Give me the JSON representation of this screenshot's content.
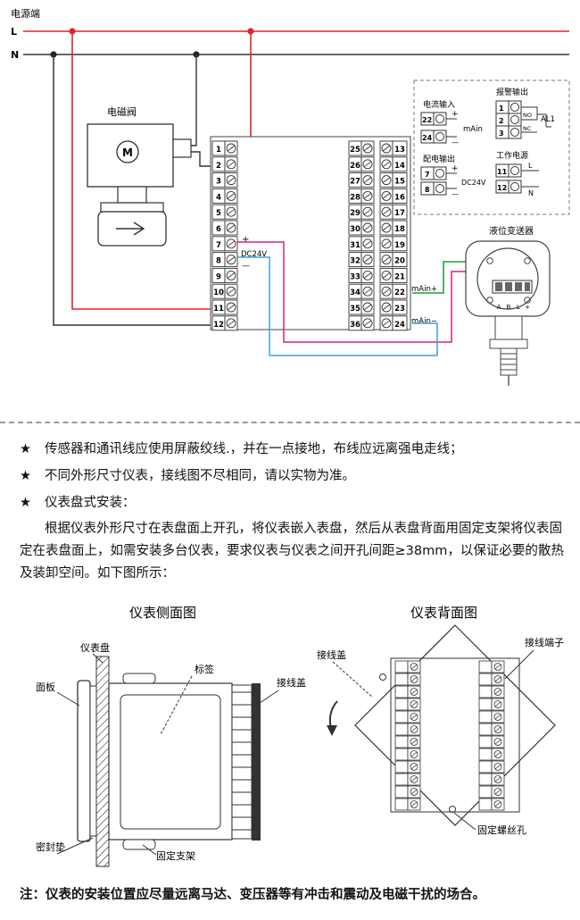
{
  "diagram": {
    "power_label": "电源端",
    "line_L": "L",
    "line_N": "N",
    "valve_label": "电磁阀",
    "motor_symbol": "M",
    "left_terminals": [
      "1",
      "2",
      "3",
      "4",
      "5",
      "6",
      "7",
      "8",
      "9",
      "10",
      "11",
      "12"
    ],
    "middle_terminals": [
      "25",
      "26",
      "27",
      "28",
      "29",
      "30",
      "31",
      "32",
      "33",
      "34",
      "35",
      "36"
    ],
    "right_terminals": [
      "13",
      "14",
      "15",
      "16",
      "17",
      "18",
      "19",
      "20",
      "21",
      "22",
      "23",
      "24"
    ],
    "dc_plus": "+",
    "dc_label": "DC24V",
    "dc_minus": "—",
    "main_plus": "mAin+",
    "main_minus": "mAin−",
    "transmitter_label": "液位变送器",
    "transmitter_terms": [
      "A",
      "B",
      "L",
      "+"
    ],
    "legend": {
      "current_input": {
        "title": "电流输入",
        "t1": "22",
        "t2": "24",
        "plus": "+",
        "minus": "—",
        "unit": "mAin"
      },
      "power_output": {
        "title": "配电输出",
        "t1": "7",
        "t2": "8",
        "plus": "+",
        "minus": "—",
        "unit": "DC24V"
      },
      "alarm_output": {
        "title": "报警输出",
        "t1": "1",
        "t2": "2",
        "t3": "3",
        "no": "NO",
        "nc": "NC",
        "al": "AL1"
      },
      "work_power": {
        "title": "工作电源",
        "t1": "11",
        "t2": "12",
        "l": "L",
        "n": "N"
      }
    }
  },
  "notes": {
    "star": "★",
    "n1": "传感器和通讯线应使用屏蔽绞线.，并在一点接地，布线应远离强电走线；",
    "n2": "不同外形尺寸仪表，接线图不尽相同，请以实物为准。",
    "n3": "仪表盘式安装：",
    "paragraph": "根据仪表外形尺寸在表盘面上开孔，将仪表嵌入表盘，然后从表盘背面用固定支架将仪表固定在表盘面上，如需安装多台仪表，要求仪表与仪表之间开孔间距≥38mm，以保证必要的散热及装卸空间。如下图所示："
  },
  "install": {
    "side_title": "仪表侧面图",
    "back_title": "仪表背面图",
    "panel": "仪表盘",
    "face": "面板",
    "label": "标签",
    "cover": "接线盖",
    "seal": "密封垫",
    "bracket": "固定支架",
    "back_cover": "接线盖",
    "back_terminal": "接线端子",
    "screw_hole": "固定螺丝孔"
  },
  "footer": "注：仪表的安装位置应尽量远离马达、变压器等有冲击和震动及电磁干扰的场合。",
  "colors": {
    "red": "#e0242b",
    "pink": "#d4237a",
    "green": "#1f9b3a",
    "blue": "#3aa3dc"
  }
}
